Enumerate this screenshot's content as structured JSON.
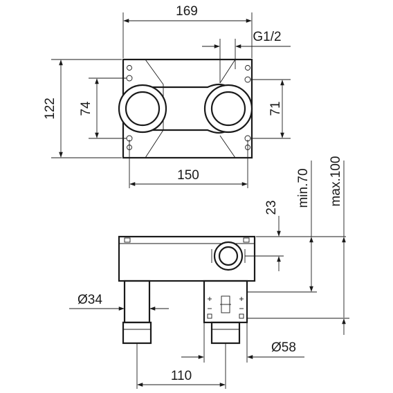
{
  "dimensions": {
    "top_width": "169",
    "thread": "G1/2",
    "height_left": "122",
    "hole_spacing_left": "74",
    "hole_spacing_right": "71",
    "bottom_width": "150",
    "depth_23": "23",
    "min_depth": "min.70",
    "max_depth": "max.100",
    "pipe_diameter": "Ø34",
    "body_diameter": "Ø58",
    "axis_distance": "110"
  }
}
